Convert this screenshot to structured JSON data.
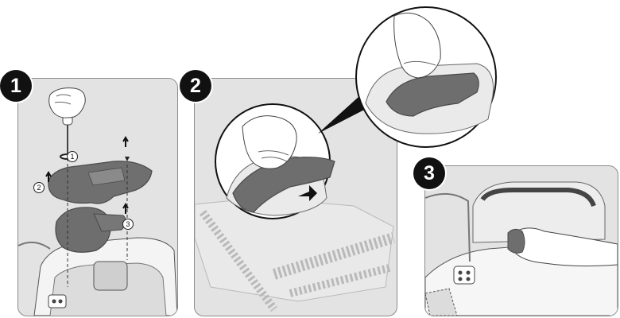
{
  "steps": [
    {
      "number": "1"
    },
    {
      "number": "2"
    },
    {
      "number": "3"
    }
  ],
  "callouts": [
    "1",
    "2",
    "3"
  ],
  "colors": {
    "panel_bg": "#e3e3e3",
    "badge_bg": "#111111",
    "badge_text": "#ffffff",
    "part_dark": "#6e6e6e",
    "part_outline": "#4a4a4a"
  }
}
